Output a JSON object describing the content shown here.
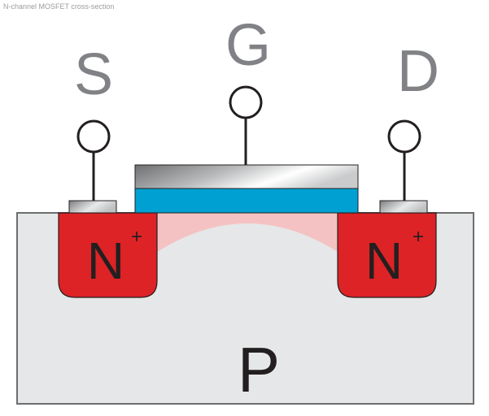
{
  "title": "N-channel MOSFET cross-section",
  "terminals": {
    "source": {
      "label": "S"
    },
    "gate": {
      "label": "G"
    },
    "drain": {
      "label": "D"
    }
  },
  "regions": {
    "source_well": {
      "label": "N",
      "superscript": "+"
    },
    "drain_well": {
      "label": "N",
      "superscript": "+"
    },
    "substrate": {
      "label": "P"
    }
  },
  "colors": {
    "terminal_label": "#808285",
    "n_well": "#dd2326",
    "oxide": "#00a0d2",
    "channel": "#f4c2c2",
    "substrate": "#e6e7e8",
    "outline": "#231f20",
    "text": "#231f20"
  }
}
